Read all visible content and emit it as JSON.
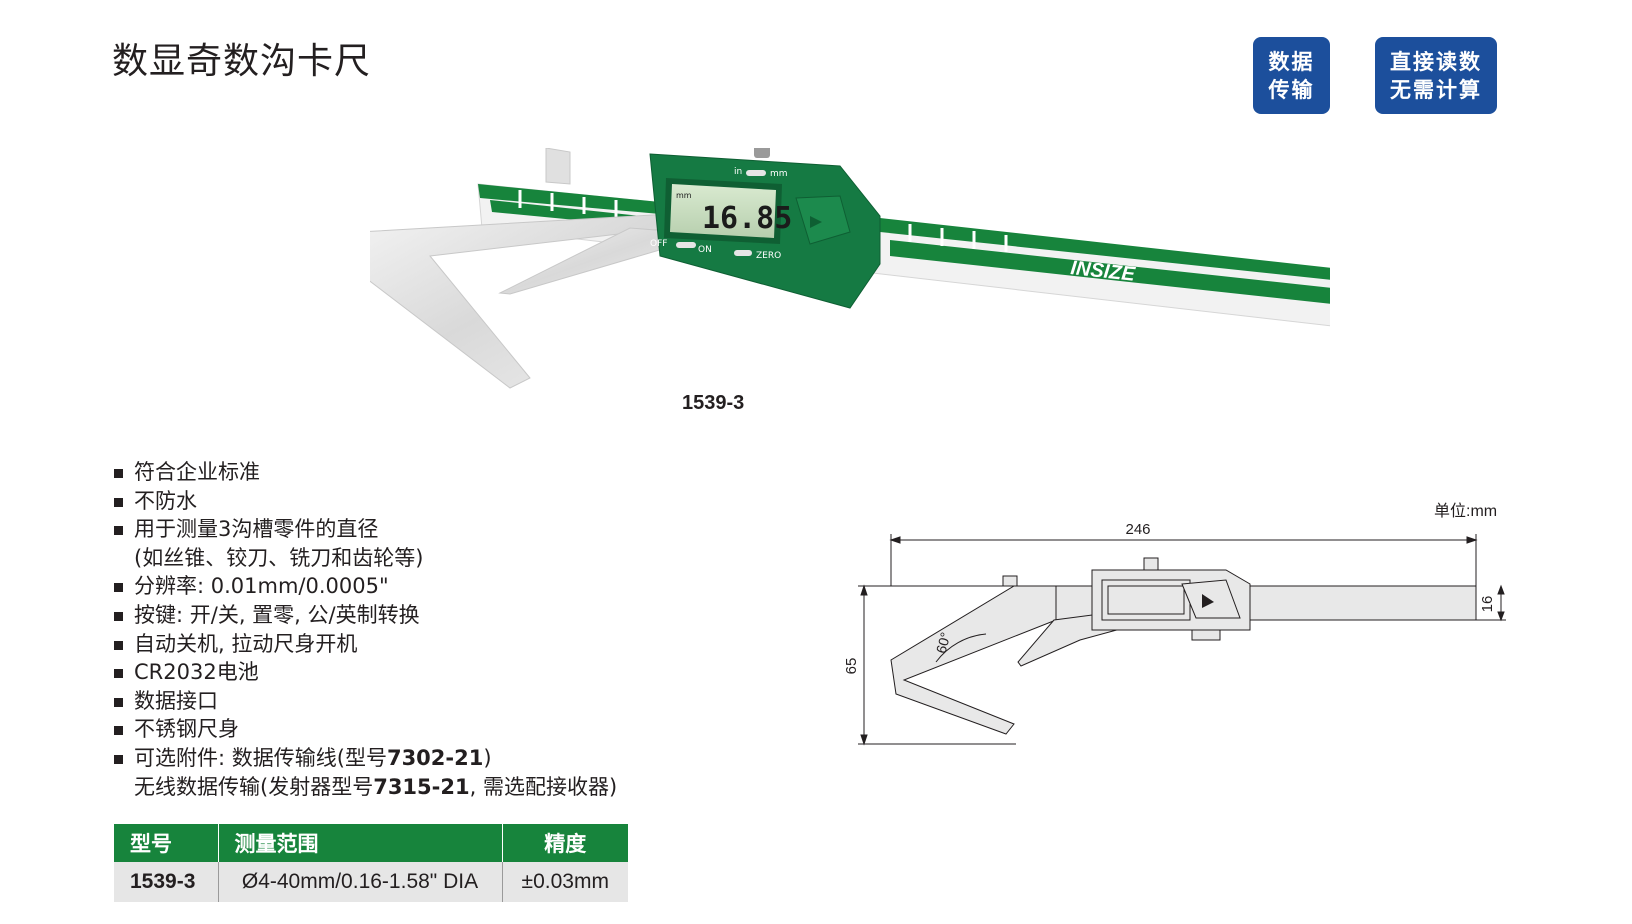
{
  "title": "数显奇数沟卡尺",
  "badges": [
    {
      "line1": "数据",
      "line2": "传输"
    },
    {
      "line1": "直接读数",
      "line2": "无需计算"
    }
  ],
  "product": {
    "model_caption": "1539-3",
    "display_reading": "16.85",
    "display_unit": "mm",
    "switch_labels": {
      "in": "in",
      "mm": "mm",
      "off": "OFF",
      "on": "ON",
      "zero": "ZERO"
    },
    "brand": "INSIZE"
  },
  "features": [
    {
      "text": "符合企业标准"
    },
    {
      "text": "不防水"
    },
    {
      "text": "用于测量3沟槽零件的直径",
      "cont": "(如丝锥、铰刀、铣刀和齿轮等)"
    },
    {
      "text": "分辨率: 0.01mm/0.0005\""
    },
    {
      "text": "按键: 开/关, 置零, 公/英制转换"
    },
    {
      "text": "自动关机, 拉动尺身开机"
    },
    {
      "text": "CR2032电池"
    },
    {
      "text": "数据接口"
    },
    {
      "text": "不锈钢尺身"
    },
    {
      "pre": "可选附件: 数据传输线(型号",
      "bold": "7302-21",
      "post": ")",
      "cont_pre": "无线数据传输(发射器型号",
      "cont_bold": "7315-21",
      "cont_post": ", 需选配接收器)"
    }
  ],
  "table": {
    "headers": [
      "型号",
      "测量范围",
      "精度"
    ],
    "rows": [
      [
        "1539-3",
        "Ø4-40mm/0.16-1.58\" DIA",
        "±0.03mm"
      ]
    ]
  },
  "drawing": {
    "unit_label": "单位:mm",
    "dim_length": "246",
    "dim_height": "65",
    "dim_beam": "16",
    "dim_angle": "60°"
  },
  "colors": {
    "green": "#17843c",
    "blue": "#1c4f9c",
    "grey_cell": "#e6e6e6"
  }
}
